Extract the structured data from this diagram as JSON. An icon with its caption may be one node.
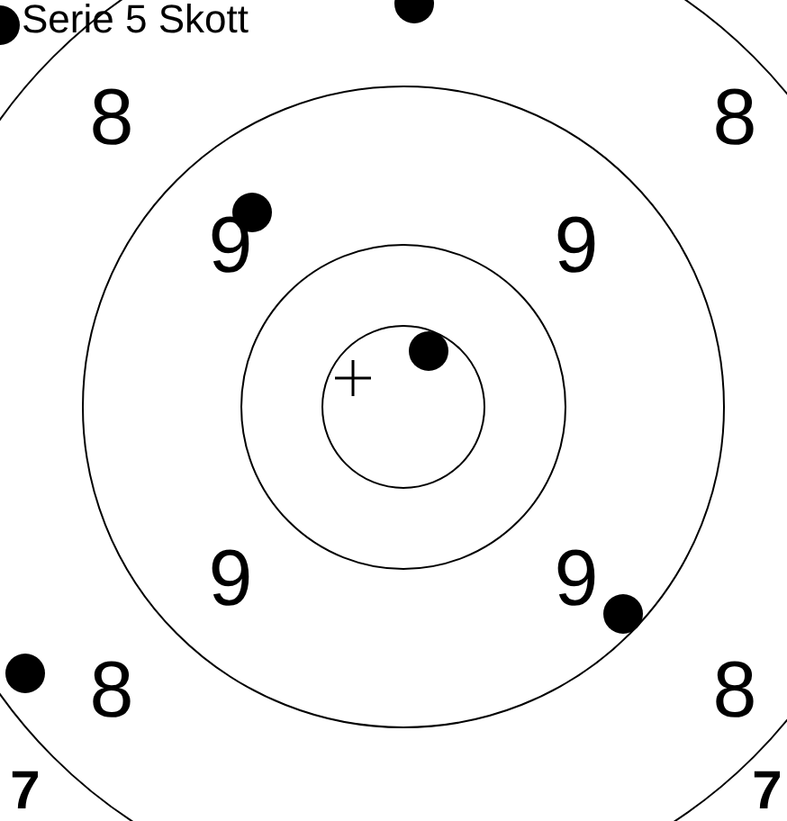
{
  "diagram": {
    "title": "Serie 5 Skott",
    "labels": [
      "8",
      "8",
      "9",
      "9",
      "9",
      "9",
      "8",
      "8",
      "7",
      "7"
    ]
  }
}
